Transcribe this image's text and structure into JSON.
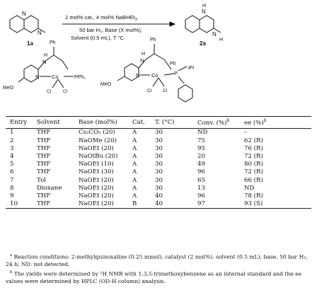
{
  "scheme": {
    "conditions_top": "2 mol% cat., 4 mol% NaBHEt",
    "conditions_top_sub": "3",
    "conditions_mid": "50 bar H₂, Base (X mol%),",
    "conditions_bot": "Solvent (0.5 mL), T °C",
    "substrate_label": "1a",
    "product_label": "2a",
    "atoms": {
      "N": "N",
      "H": "H",
      "Ph": "Ph",
      "MeO": "MeO",
      "Co": "Co",
      "PPh2": "PPh₂",
      "P": "P",
      "iPr": "iPr",
      "Cl": "Cl"
    }
  },
  "table": {
    "headers": [
      "Entry",
      "Solvent",
      "Base (mol%)",
      "Cat.",
      "T. (°C)",
      "Conv. (%)",
      "ee (%)"
    ],
    "header_sups": [
      "",
      "",
      "",
      "",
      "",
      "b",
      "b"
    ],
    "rows": [
      [
        "1",
        "THF",
        "Cs₂CO₃ (20)",
        "A",
        "30",
        "ND",
        "–"
      ],
      [
        "2",
        "THF",
        "NaOMe (20)",
        "A",
        "30",
        "75",
        "62 (R)"
      ],
      [
        "3",
        "THF",
        "NaOEt (20)",
        "A",
        "30",
        "95",
        "76 (R)"
      ],
      [
        "4",
        "THF",
        "NaOtBu (20)",
        "A",
        "30",
        "20",
        "72 (R)"
      ],
      [
        "5",
        "THF",
        "NaOEt (10)",
        "A",
        "30",
        "49",
        "80 (R)"
      ],
      [
        "6",
        "THF",
        "NaOEt (30)",
        "A",
        "30",
        "96",
        "72 (R)"
      ],
      [
        "7",
        "Tol",
        "NaOEt (20)",
        "A",
        "30",
        "65",
        "66 (R)"
      ],
      [
        "8",
        "Dioxane",
        "NaOEt (20)",
        "A",
        "30",
        "13",
        "ND"
      ],
      [
        "9",
        "THF",
        "NaOEt (20)",
        "A",
        "40",
        "96",
        "78 (R)"
      ],
      [
        "10",
        "THF",
        "NaOEt (20)",
        "B",
        "40",
        "97",
        "93 (S)"
      ]
    ]
  },
  "footnotes": {
    "a_mark": "a",
    "a_text": "Reaction conditions: 2-methylquinoxaline (0.25 mmol), catalyst (2 mol%), solvent (0.5 mL), base, 50 bar H₂, 24 h; ND: not detected.",
    "b_mark": "b",
    "b_text": "The yields were determined by ¹H NMR with 1,3,5-trimethoxybenzene as an internal standard and the ee values were determined by HPLC (OD-H column) analysis."
  }
}
